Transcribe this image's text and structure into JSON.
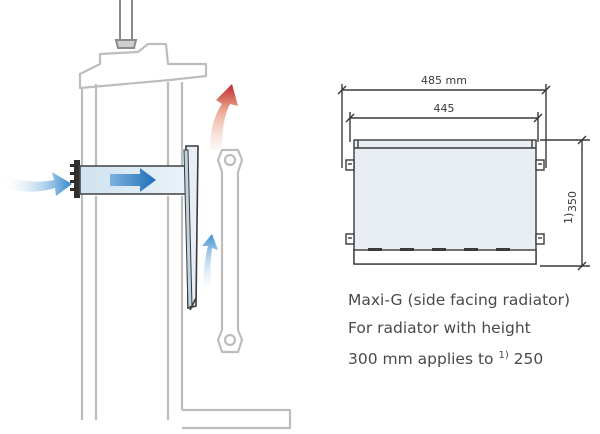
{
  "dimensions": {
    "overall_width": "485 mm",
    "inner_width": "445",
    "height": "350",
    "height_note": "1)"
  },
  "caption": {
    "line1": "Maxi-G (side facing radiator)",
    "line2": "For radiator with height",
    "line3_prefix": "300 mm applies to ",
    "line3_note": "1)",
    "line3_value": " 250"
  },
  "colors": {
    "structure_stroke": "#bdbdbd",
    "unit_fill": "#e8eef3",
    "duct_fill": "#d6e8f3",
    "airflow_cold": "#3a8fd0",
    "airflow_warm": "#c0292b",
    "line_dark": "#3a3a3a"
  }
}
